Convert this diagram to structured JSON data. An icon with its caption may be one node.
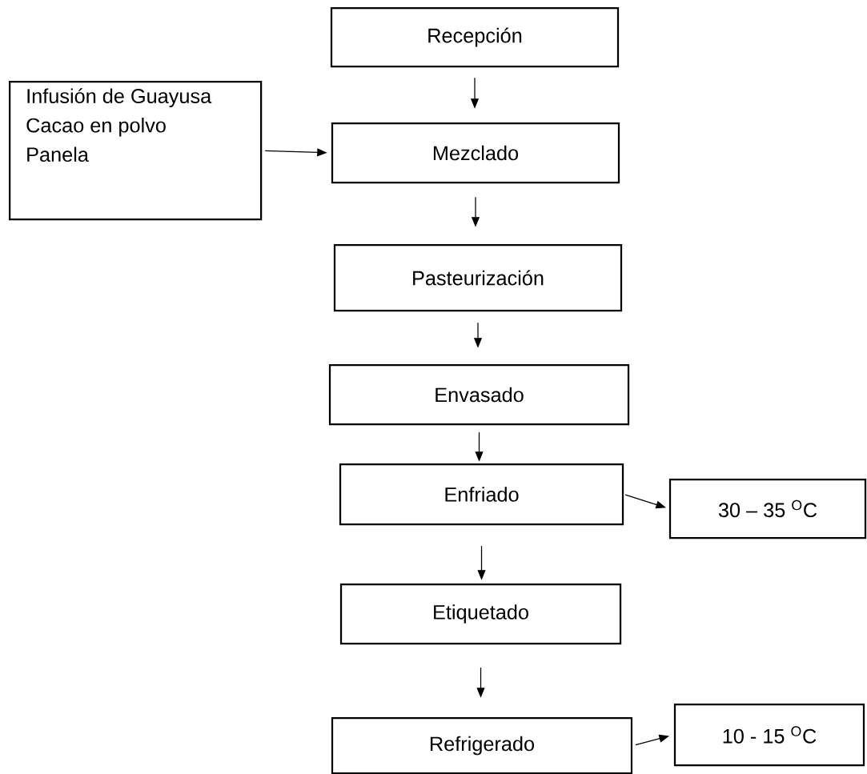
{
  "diagram": {
    "nodes": [
      {
        "text": [
          "Recepción"
        ]
      },
      {
        "text": [
          "Infusión de Guayusa",
          "Cacao en polvo",
          "Panela"
        ]
      },
      {
        "text": [
          "Mezclado"
        ]
      },
      {
        "text": [
          "Pasteurización"
        ]
      },
      {
        "text": [
          "Envasado"
        ]
      },
      {
        "text": [
          "Enfriado"
        ]
      },
      {
        "text": [
          "30 – 35 $^{O}$C"
        ]
      },
      {
        "text": [
          "Etiquetado"
        ]
      },
      {
        "text": [
          "Refrigerado"
        ]
      },
      {
        "text": [
          "10 - 15 $^{O}$C"
        ]
      }
    ],
    "edges": [
      {
        "from": 0,
        "to": 2,
        "arrow": "to"
      },
      {
        "from": 1,
        "to": 2,
        "arrow": "to"
      },
      {
        "from": 2,
        "to": 3,
        "arrow": "to"
      },
      {
        "from": 3,
        "to": 4,
        "arrow": "to"
      },
      {
        "from": 4,
        "to": 5,
        "arrow": "to"
      },
      {
        "from": 5,
        "to": 6,
        "arrow": "to"
      },
      {
        "from": 5,
        "to": 7,
        "arrow": "to"
      },
      {
        "from": 7,
        "to": 8,
        "arrow": "to"
      },
      {
        "from": 8,
        "to": 9,
        "arrow": "to"
      }
    ]
  }
}
